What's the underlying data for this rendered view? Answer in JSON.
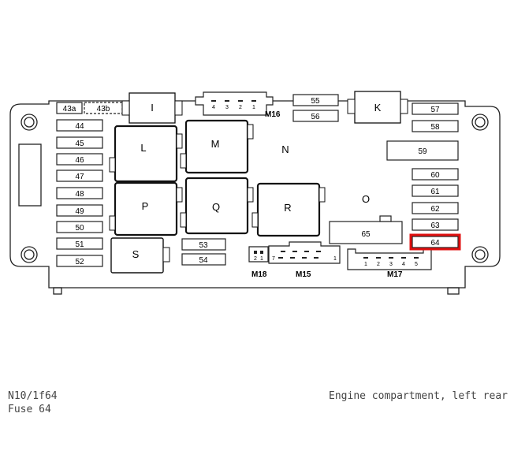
{
  "labels": {
    "I": "I",
    "K": "K",
    "L": "L",
    "M": "M",
    "N": "N",
    "O": "O",
    "P": "P",
    "Q": "Q",
    "R": "R",
    "S": "S",
    "f43a": "43a",
    "f43b": "43b",
    "f44": "44",
    "f45": "45",
    "f46": "46",
    "f47": "47",
    "f48": "48",
    "f49": "49",
    "f50": "50",
    "f51": "51",
    "f52": "52",
    "f53": "53",
    "f54": "54",
    "f55": "55",
    "f56": "56",
    "f57": "57",
    "f58": "58",
    "f59": "59",
    "f60": "60",
    "f61": "61",
    "f62": "62",
    "f63": "63",
    "f64": "64",
    "f65": "65",
    "M15": "M15",
    "M16": "M16",
    "M17": "M17",
    "M18": "M18",
    "m16pins": [
      "4",
      "3",
      "2",
      "1"
    ],
    "m17pins": [
      "1",
      "2",
      "3",
      "4",
      "5"
    ],
    "m18pins": [
      "2",
      "1"
    ],
    "m15pins": [
      "7",
      "1"
    ]
  },
  "caption": {
    "component_id": "N10/1f64",
    "fuse": "Fuse 64",
    "location": "Engine compartment, left rear"
  },
  "highlight": {
    "target": "64",
    "color": "#e01010"
  }
}
